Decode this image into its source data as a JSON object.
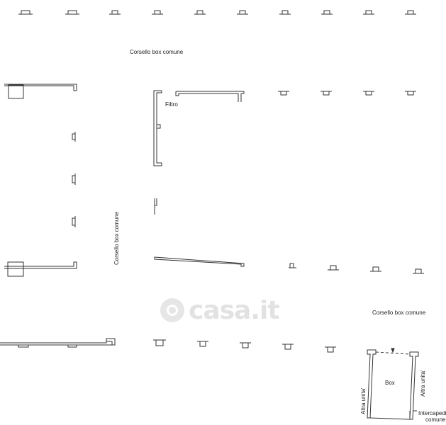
{
  "labels": {
    "corridor_top": "Corsello box comune",
    "corridor_left": "Corsello box comune",
    "corridor_right": "Corsello box comune",
    "filter_room": "Filtro",
    "box": "Box",
    "other_unit_left": "Altra unita'",
    "other_unit_right": "Altra unita'",
    "cavity_line1": "Intercapedine",
    "cavity_line2": "comune"
  },
  "watermark": {
    "text": "casa.it"
  },
  "colors": {
    "line": "#333333",
    "text": "#222222",
    "watermark": "#e2e2e2"
  }
}
